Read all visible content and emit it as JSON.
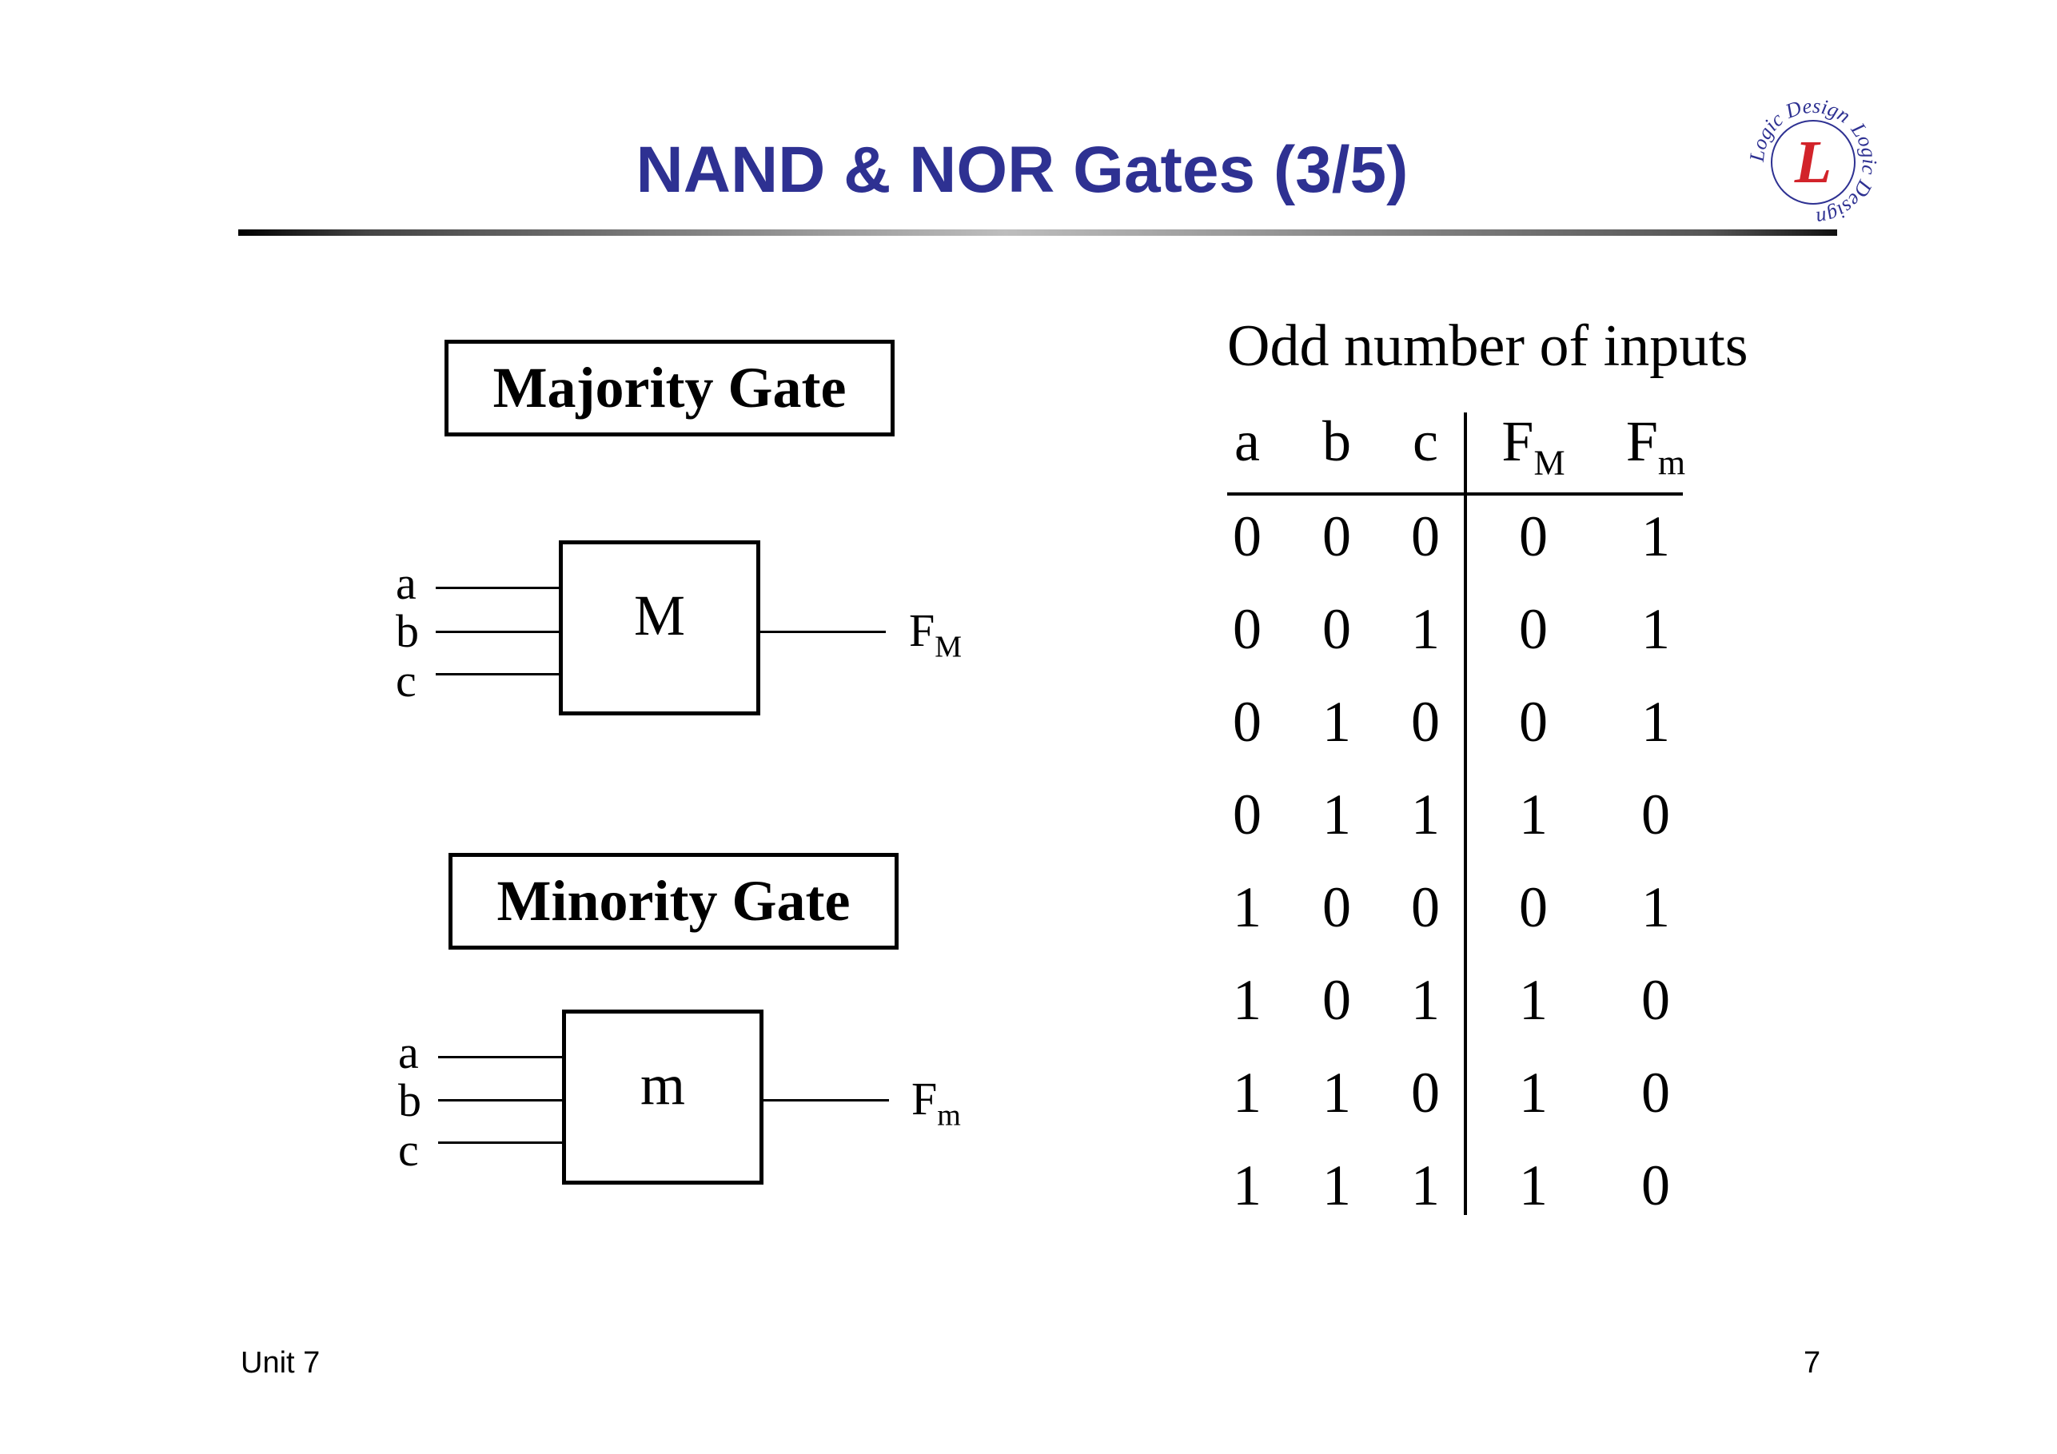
{
  "slide": {
    "title": "NAND & NOR Gates (3/5)",
    "logo_text": "Logic Design",
    "logo_letter": "L",
    "footer_left": "Unit 7",
    "page_number": "7"
  },
  "majority": {
    "label": "Majority Gate",
    "symbol": "M",
    "inputs": [
      "a",
      "b",
      "c"
    ],
    "output_base": "F",
    "output_sub": "M"
  },
  "minority": {
    "label": "Minority Gate",
    "symbol": "m",
    "inputs": [
      "a",
      "b",
      "c"
    ],
    "output_base": "F",
    "output_sub": "m"
  },
  "truth_table": {
    "subtitle": "Odd number of inputs",
    "headers": [
      {
        "base": "a",
        "sub": ""
      },
      {
        "base": "b",
        "sub": ""
      },
      {
        "base": "c",
        "sub": ""
      },
      {
        "base": "F",
        "sub": "M"
      },
      {
        "base": "F",
        "sub": "m"
      }
    ],
    "rows": [
      [
        "0",
        "0",
        "0",
        "0",
        "1"
      ],
      [
        "0",
        "0",
        "1",
        "0",
        "1"
      ],
      [
        "0",
        "1",
        "0",
        "0",
        "1"
      ],
      [
        "0",
        "1",
        "1",
        "1",
        "0"
      ],
      [
        "1",
        "0",
        "0",
        "0",
        "1"
      ],
      [
        "1",
        "0",
        "1",
        "1",
        "0"
      ],
      [
        "1",
        "1",
        "0",
        "1",
        "0"
      ],
      [
        "1",
        "1",
        "1",
        "1",
        "0"
      ]
    ]
  },
  "colors": {
    "title": "#2e3192",
    "logo_ring": "#2e3192",
    "logo_letter": "#d2232a"
  }
}
